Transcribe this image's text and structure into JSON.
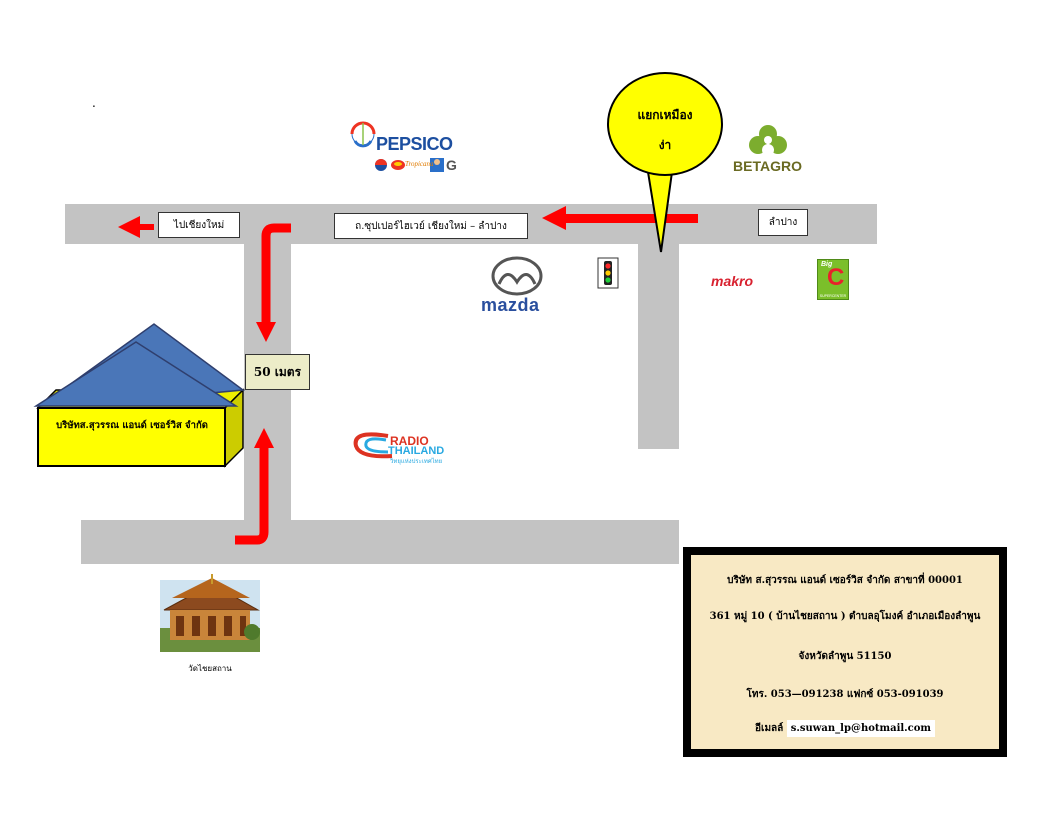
{
  "colors": {
    "road": "#c3c3c3",
    "arrow": "#ff0000",
    "building_roof": "#4a76b8",
    "building_wall": "#ffff00",
    "callout": "#ffff00",
    "card_bg": "#f8e9c4"
  },
  "dot": ".",
  "labels": {
    "to_chiangmai": "ไปเชียงใหม่",
    "highway": "ถ.ซุปเปอร์ไฮเวย์ เชียงใหม่ – ลำปาง",
    "lampang": "ลำปาง",
    "distance": "50 เมตร",
    "company_building": "บริษัทส.สุวรรณ แอนด์ เซอร์วิส จำกัด",
    "temple": "วัดไชยสถาน"
  },
  "callout": {
    "line1": "แยกเหมือง",
    "line2": "ง่า"
  },
  "logos": {
    "pepsico": "PEPSICO",
    "pepsico_sub": "Tropicana",
    "pepsico_g": "G",
    "betagro": "BETAGRO",
    "mazda": "mazda",
    "makro": "makro",
    "bigc_big": "Big",
    "bigc_c": "C",
    "bigc_sub": "SUPERCENTER",
    "radio": "RADIO",
    "thailand": "THAILAND",
    "radio_sub": "วิทยุแห่งประเทศไทย"
  },
  "icons": {
    "traffic_light": "traffic-light-icon",
    "temple": "temple-icon"
  },
  "card": {
    "line1": "บริษัท ส.สุวรรณ แอนด์ เซอร์วิส จำกัด          สาขาที่ 00001",
    "line2": "361 หมู่ 10 ( บ้านไชยสถาน ) ตำบลอุโมงค์ อำเภอเมืองลำพูน",
    "line3": "จังหวัดลำพูน  51150",
    "line4": "โทร. 053—091238    แฟกซ์ 053-091039",
    "email_label": "อีเมลล์",
    "email": "s.suwan_lp@hotmail.com"
  }
}
